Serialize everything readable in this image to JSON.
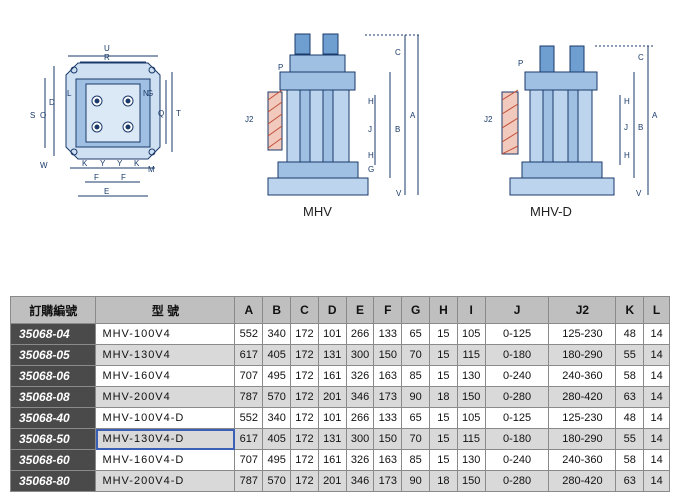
{
  "captions": {
    "mhv": "MHV",
    "mhv_d": "MHV-D"
  },
  "dims_top": [
    "U",
    "R",
    "S",
    "O",
    "D",
    "L",
    "N",
    "G",
    "T",
    "Q",
    "W",
    "K",
    "Y",
    "Y",
    "K",
    "M",
    "F",
    "F",
    "E"
  ],
  "dims_mhv": [
    "P",
    "C",
    "J2",
    "H",
    "J",
    "H",
    "B",
    "A",
    "G",
    "V"
  ],
  "dims_mhvd": [
    "P",
    "C",
    "J2",
    "H",
    "J",
    "H",
    "B",
    "A",
    "V"
  ],
  "table": {
    "headers": [
      "訂購編號",
      "型  號",
      "A",
      "B",
      "C",
      "D",
      "E",
      "F",
      "G",
      "H",
      "I",
      "J",
      "J2",
      "K",
      "L"
    ],
    "rows": [
      [
        "35068-04",
        "MHV-100V4",
        "552",
        "340",
        "172",
        "101",
        "266",
        "133",
        "65",
        "15",
        "105",
        "0-125",
        "125-230",
        "48",
        "14"
      ],
      [
        "35068-05",
        "MHV-130V4",
        "617",
        "405",
        "172",
        "131",
        "300",
        "150",
        "70",
        "15",
        "115",
        "0-180",
        "180-290",
        "55",
        "14"
      ],
      [
        "35068-06",
        "MHV-160V4",
        "707",
        "495",
        "172",
        "161",
        "326",
        "163",
        "85",
        "15",
        "130",
        "0-240",
        "240-360",
        "58",
        "14"
      ],
      [
        "35068-08",
        "MHV-200V4",
        "787",
        "570",
        "172",
        "201",
        "346",
        "173",
        "90",
        "18",
        "150",
        "0-280",
        "280-420",
        "63",
        "14"
      ],
      [
        "35068-40",
        "MHV-100V4-D",
        "552",
        "340",
        "172",
        "101",
        "266",
        "133",
        "65",
        "15",
        "105",
        "0-125",
        "125-230",
        "48",
        "14"
      ],
      [
        "35068-50",
        "MHV-130V4-D",
        "617",
        "405",
        "172",
        "131",
        "300",
        "150",
        "70",
        "15",
        "115",
        "0-180",
        "180-290",
        "55",
        "14"
      ],
      [
        "35068-60",
        "MHV-160V4-D",
        "707",
        "495",
        "172",
        "161",
        "326",
        "163",
        "85",
        "15",
        "130",
        "0-240",
        "240-360",
        "58",
        "14"
      ],
      [
        "35068-80",
        "MHV-200V4-D",
        "787",
        "570",
        "172",
        "201",
        "346",
        "173",
        "90",
        "18",
        "150",
        "0-280",
        "280-420",
        "63",
        "14"
      ]
    ],
    "selected_row": 5
  }
}
